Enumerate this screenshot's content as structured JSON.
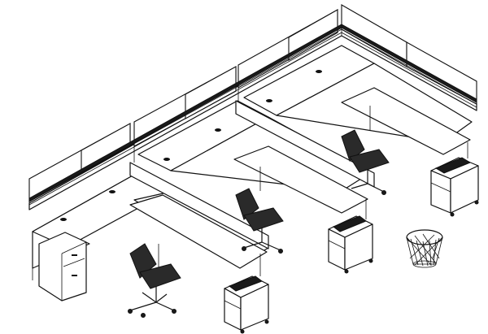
{
  "scene": {
    "stations": 3,
    "chairs": 3,
    "pedestals": 4,
    "stools": 1
  },
  "colors": {
    "line": "#111111",
    "background": "#ffffff",
    "fill": "#ffffff",
    "dark": "#1a1a1a"
  }
}
